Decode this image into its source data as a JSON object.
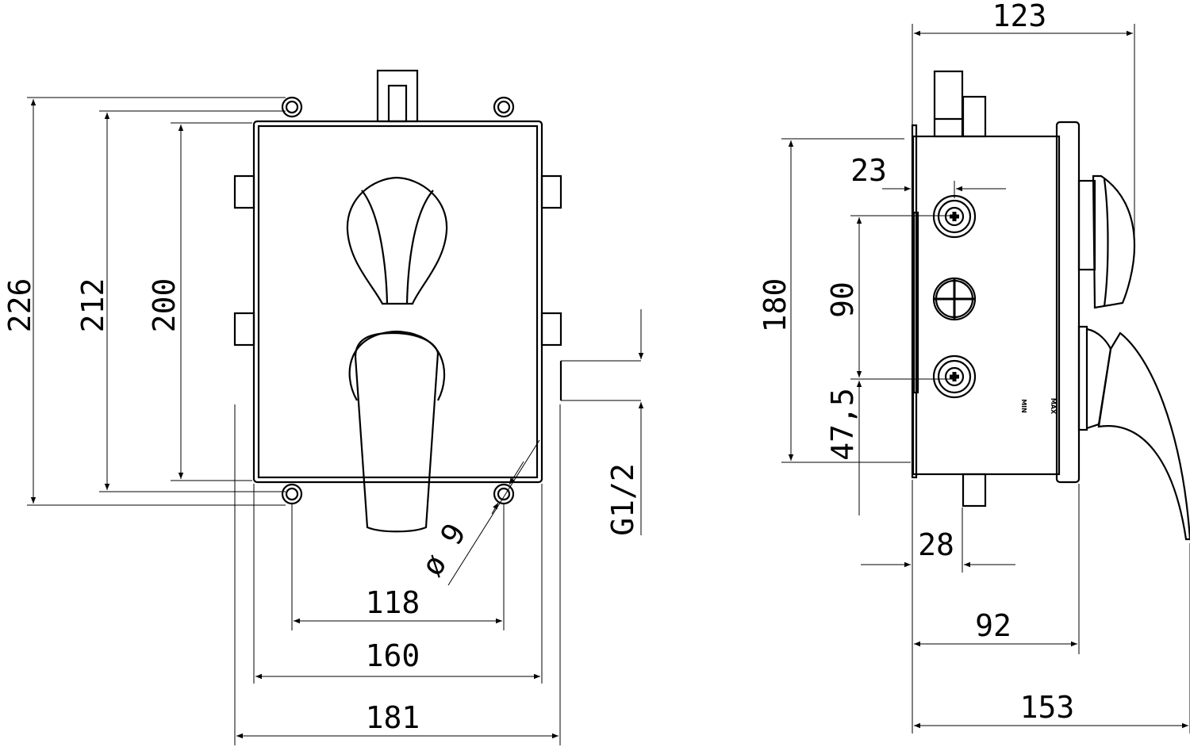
{
  "front_view": {
    "dims": {
      "overall_height": "226",
      "mount_height": "212",
      "box_height": "200",
      "mount_width": "118",
      "box_width": "160",
      "overall_width": "181",
      "hole_dia": "ø 9",
      "thread": "G1/2"
    }
  },
  "side_view": {
    "dims": {
      "depth_total": "123",
      "knob_offset": "23",
      "box_height": "180",
      "knob_spacing": "90",
      "knob_bottom": "47,5",
      "bottom_offset": "28",
      "plate_depth": "92",
      "overall_depth": "153"
    },
    "labels": {
      "min": "MIN",
      "max": "MAX"
    }
  }
}
